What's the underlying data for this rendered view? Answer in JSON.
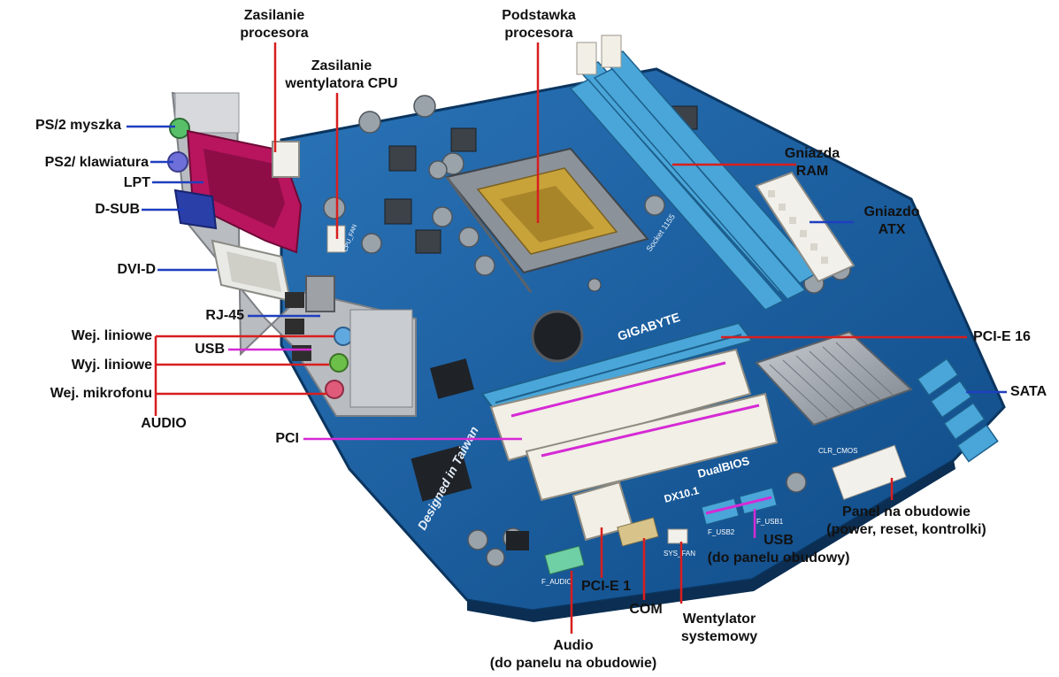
{
  "labels": {
    "cpu_power": [
      "Zasilanie",
      "procesora"
    ],
    "cpu_socket": [
      "Podstawka",
      "procesora"
    ],
    "cpu_fan": [
      "Zasilanie",
      "wentylatora CPU"
    ],
    "ps2_mouse": "PS/2 myszka",
    "ps2_keyboard": "PS2/ klawiatura",
    "lpt": "LPT",
    "dsub": "D-SUB",
    "dvid": "DVI-D",
    "rj45": "RJ-45",
    "line_in": "Wej. liniowe",
    "usb_back": "USB",
    "line_out": "Wyj. liniowe",
    "mic_in": "Wej. mikrofonu",
    "audio": "AUDIO",
    "ram": [
      "Gniazda",
      "RAM"
    ],
    "atx": [
      "Gniazdo",
      "ATX"
    ],
    "pcie16": "PCI-E 16",
    "sata": "SATA",
    "pci": "PCI",
    "front_panel": [
      "Panel na obudowie",
      "(power, reset, kontrolki)"
    ],
    "usb_front": [
      "USB",
      "(do panelu obudowy)"
    ],
    "pcie1": "PCI-E 1",
    "com": "COM",
    "sys_fan": [
      "Wentylator",
      "systemowy"
    ],
    "front_audio": [
      "Audio",
      "(do panelu na obudowie)"
    ]
  },
  "board_print": {
    "brand": "GIGABYTE",
    "dualbios": "DualBIOS",
    "dx": "DX10.1",
    "socket": "Socket 1155",
    "slogan": "Designed in Taiwan",
    "usb1": "F_USB1",
    "usb2": "F_USB2",
    "audio_hdr": "F_AUDIO",
    "sys_fan": "SYS_FAN",
    "cpu_fan": "CPU_FAN",
    "clr": "CLR_CMOS"
  },
  "colors": {
    "board": "#1a5d9c",
    "board_dark": "#0f3e70",
    "pci_slot": "#f2efe6",
    "ram_slot": "#4aa6d8",
    "red_line": "#d81e1e",
    "blue_line": "#1f3fbf",
    "magenta_line": "#d52ad5",
    "lpt_port": "#b8155e",
    "vga_port": "#2b3fa8",
    "audio_blue": "#5fa8e0",
    "audio_green": "#6cc04a",
    "audio_pink": "#e05a7a"
  }
}
